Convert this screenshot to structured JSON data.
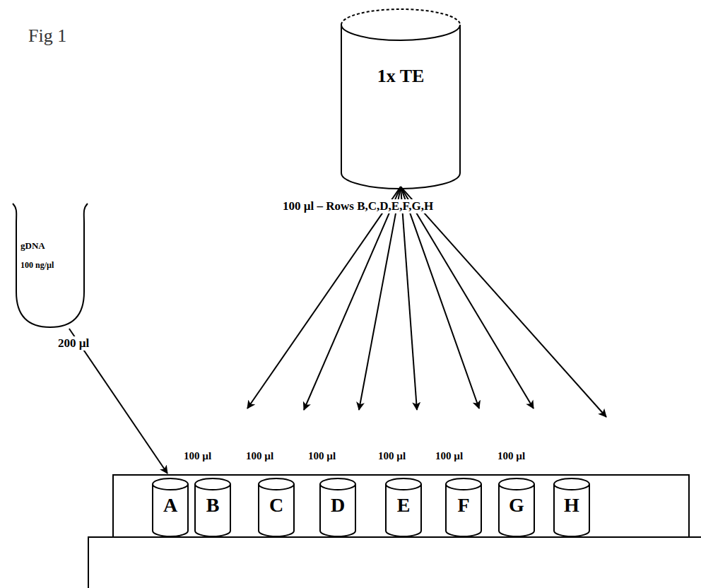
{
  "diagram": {
    "nodes": [
      {
        "text": [
          "1x TE"
        ]
      },
      {
        "text": [
          "gDNA",
          "100 ng/µl"
        ]
      },
      {
        "text": [
          "A"
        ]
      },
      {
        "text": [
          "B"
        ]
      },
      {
        "text": [
          "C"
        ]
      },
      {
        "text": [
          "D"
        ]
      },
      {
        "text": [
          "E"
        ]
      },
      {
        "text": [
          "F"
        ]
      },
      {
        "text": [
          "G"
        ]
      },
      {
        "text": [
          "H"
        ]
      }
    ],
    "edges": [
      {
        "from": 0,
        "to": 3,
        "arrow": "to"
      },
      {
        "from": 0,
        "to": 4,
        "arrow": "to"
      },
      {
        "from": 0,
        "to": 5,
        "arrow": "to"
      },
      {
        "from": 0,
        "to": 6,
        "arrow": "to"
      },
      {
        "from": 0,
        "to": 7,
        "arrow": "to"
      },
      {
        "from": 0,
        "to": 8,
        "arrow": "to"
      },
      {
        "from": 0,
        "to": 9,
        "arrow": "to"
      },
      {
        "from": 1,
        "to": 2,
        "label": "200 µl",
        "arrow": "to"
      }
    ],
    "labels": [
      "Fig 1",
      "100 µl – Rows B,C,D,E,F,G,H",
      "100 µl",
      "100 µl",
      "100 µl",
      "100 µl",
      "100 µl",
      "100 µl"
    ]
  }
}
